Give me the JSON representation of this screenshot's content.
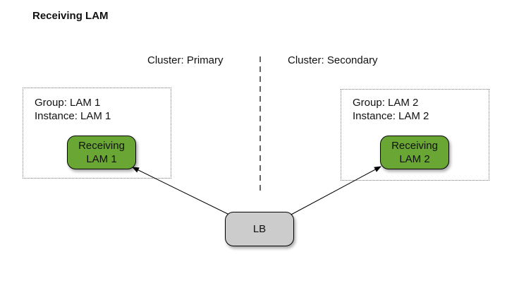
{
  "title": "Receiving LAM",
  "clusters": {
    "primary": {
      "label": "Cluster: Primary",
      "group": "Group: LAM 1",
      "instance": "Instance: LAM 1",
      "node_line1": "Receiving",
      "node_line2": "LAM 1"
    },
    "secondary": {
      "label": "Cluster: Secondary",
      "group": "Group: LAM 2",
      "instance": "Instance: LAM 2",
      "node_line1": "Receiving",
      "node_line2": "LAM 2"
    }
  },
  "load_balancer": {
    "label": "LB"
  },
  "colors": {
    "lam_fill": "#6aa634",
    "lb_fill": "#cccccc",
    "edge": "#000000"
  }
}
